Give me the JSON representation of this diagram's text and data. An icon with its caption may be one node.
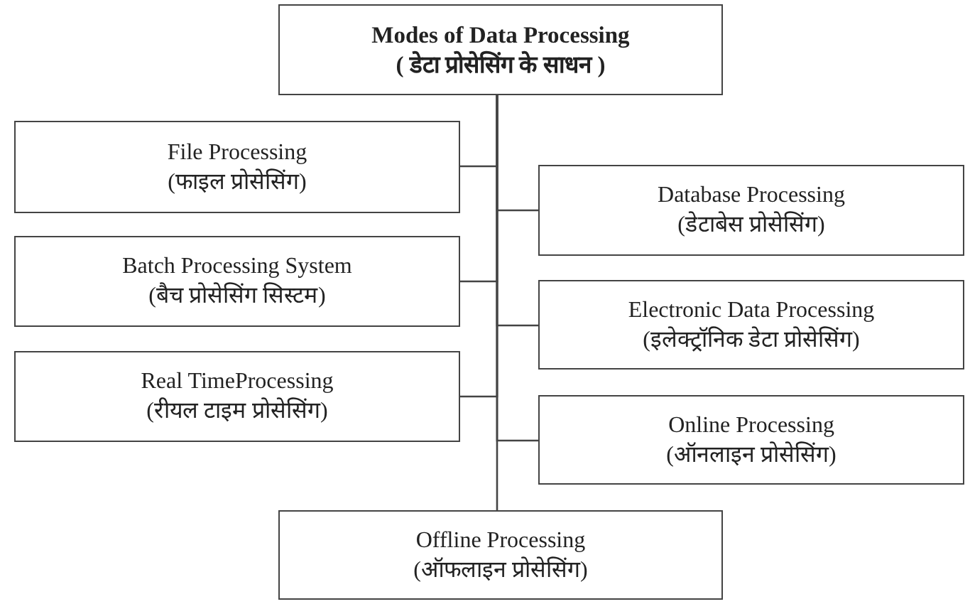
{
  "diagram": {
    "nodes": [
      {
        "text": [
          "Modes of Data Processing",
          "( डेटा प्रोसेसिंग के साधन )"
        ]
      },
      {
        "text": [
          "File Processing",
          "(फाइल प्रोसेसिंग)"
        ]
      },
      {
        "text": [
          "Database Processing",
          "(डेटाबेस प्रोसेसिंग)"
        ]
      },
      {
        "text": [
          "Batch Processing System",
          "(बैच प्रोसेसिंग सिस्टम)"
        ]
      },
      {
        "text": [
          "Electronic Data Processing",
          "(इलेक्ट्रॉनिक डेटा प्रोसेसिंग)"
        ]
      },
      {
        "text": [
          "Real TimeProcessing",
          "(रीयल टाइम प्रोसेसिंग)"
        ]
      },
      {
        "text": [
          "Online Processing",
          "(ऑनलाइन प्रोसेसिंग)"
        ]
      },
      {
        "text": [
          "Offline Processing",
          "(ऑफलाइन प्रोसेसिंग)"
        ]
      }
    ],
    "edges": [
      {
        "from": 0,
        "to": 1,
        "arrow": "none"
      },
      {
        "from": 0,
        "to": 2,
        "arrow": "none"
      },
      {
        "from": 0,
        "to": 3,
        "arrow": "none"
      },
      {
        "from": 0,
        "to": 4,
        "arrow": "none"
      },
      {
        "from": 0,
        "to": 5,
        "arrow": "none"
      },
      {
        "from": 0,
        "to": 6,
        "arrow": "none"
      },
      {
        "from": 0,
        "to": 7,
        "arrow": "none"
      }
    ]
  }
}
